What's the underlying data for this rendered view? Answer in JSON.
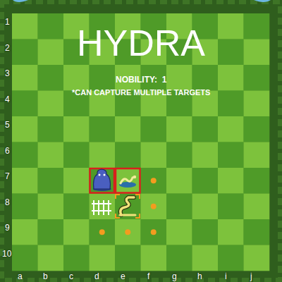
{
  "diagram": {
    "title": "HYDRA",
    "labels": [
      "NOBILITY:  1",
      "*CAN CAPTURE MULTIPLE TARGETS",
      "1",
      "2",
      "3",
      "4",
      "5",
      "6",
      "7",
      "8",
      "9",
      "10",
      "a",
      "b",
      "c",
      "d",
      "e",
      "f",
      "g",
      "h",
      "i",
      "j"
    ]
  }
}
